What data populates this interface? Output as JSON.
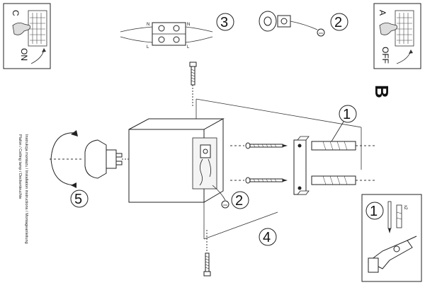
{
  "panels": {
    "left_top": {
      "letter": "C",
      "state": "ON"
    },
    "right_top": {
      "letter": "A",
      "state": "OFF"
    },
    "right_letter": "B"
  },
  "steps": {
    "s1": "1",
    "s2a": "2",
    "s2b": "2",
    "s3": "3",
    "s4": "4",
    "s5": "5",
    "tools": "1"
  },
  "wiring": {
    "top_left": "N",
    "top_right": "N",
    "bottom_left": "L",
    "bottom_right": "L"
  },
  "tool_qty": "x2",
  "side_text": {
    "line1": "Instrukcja montażu / Installation instructions / Montageanleitung",
    "line2": "Plafon / Ceiling lamp / Deckenleuchte"
  }
}
